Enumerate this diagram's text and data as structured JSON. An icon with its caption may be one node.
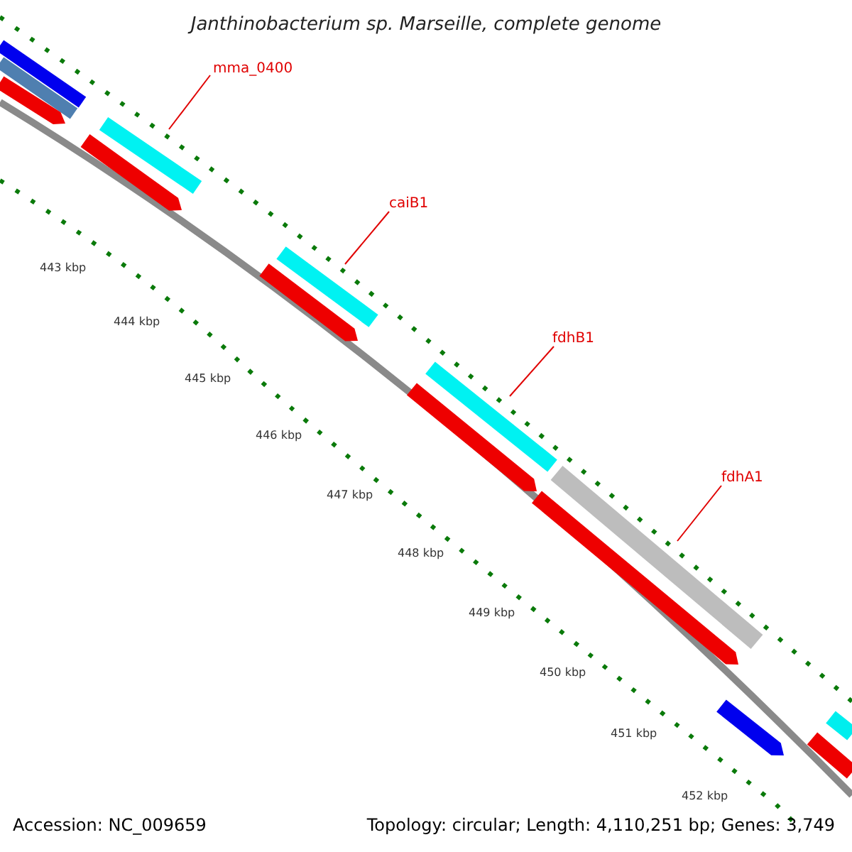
{
  "diagram": {
    "title": "Janthinobacterium sp. Marseille, complete genome",
    "nodes": [
      {
        "text": [
          "mma_0400"
        ]
      },
      {
        "text": [],
        "shape": "bar"
      },
      {
        "text": [
          "caiB1"
        ]
      },
      {
        "text": [],
        "shape": "bar"
      },
      {
        "text": [
          "fdhB1"
        ]
      },
      {
        "text": [],
        "shape": "bar"
      },
      {
        "text": [
          "fdhA1"
        ]
      },
      {
        "text": [],
        "shape": "bar"
      }
    ],
    "edges": [
      {
        "from": 0,
        "to": 1,
        "arrow": "none"
      },
      {
        "from": 2,
        "to": 3,
        "arrow": "none"
      },
      {
        "from": 4,
        "to": 5,
        "arrow": "none"
      },
      {
        "from": 6,
        "to": 7,
        "arrow": "none"
      }
    ],
    "labels": [
      "443 kbp",
      "444 kbp",
      "445 kbp",
      "446 kbp",
      "447 kbp",
      "448 kbp",
      "449 kbp",
      "450 kbp",
      "451 kbp",
      "452 kbp",
      "Accession: NC_009659",
      "Topology: circular; Length: 4,110,251 bp; Genes: 3,749"
    ]
  }
}
